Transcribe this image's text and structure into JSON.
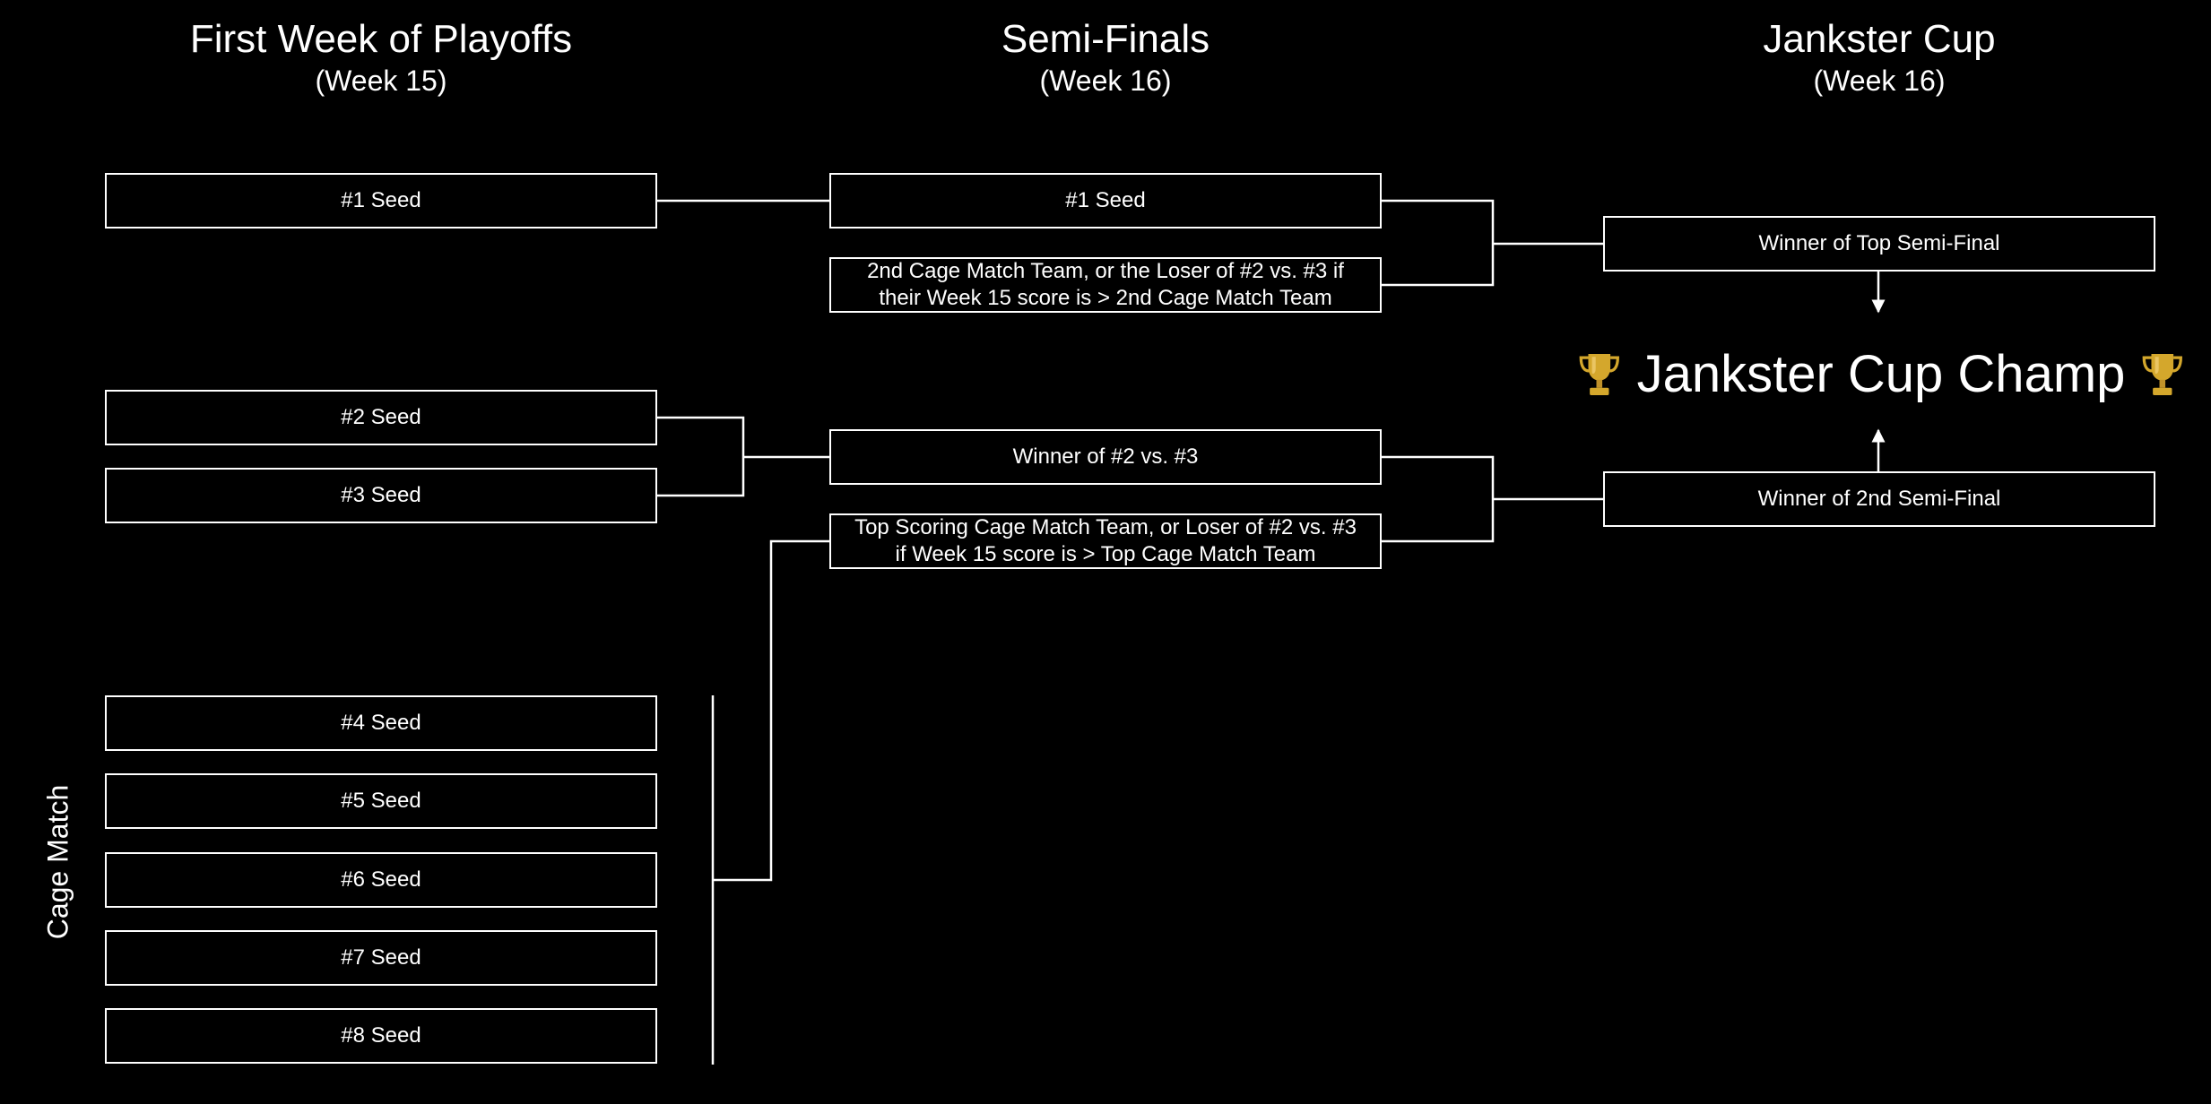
{
  "columns": [
    {
      "title": "First Week of Playoffs",
      "subtitle": "(Week 15)"
    },
    {
      "title": "Semi-Finals",
      "subtitle": "(Week 16)"
    },
    {
      "title": "Jankster Cup",
      "subtitle": "(Week 16)"
    }
  ],
  "round1": {
    "seed1": "#1 Seed",
    "seed2": "#2 Seed",
    "seed3": "#3 Seed",
    "cage_label": "Cage Match",
    "cage_seeds": [
      "#4 Seed",
      "#5 Seed",
      "#6 Seed",
      "#7 Seed",
      "#8 Seed"
    ]
  },
  "semis": {
    "s1": "#1 Seed",
    "s2": "2nd Cage Match Team, or the Loser of #2 vs. #3 if their Week 15 score is > 2nd Cage Match Team",
    "s3": "Winner of #2 vs. #3",
    "s4": "Top Scoring Cage Match Team, or Loser of #2 vs. #3 if Week 15 score is > Top Cage Match Team"
  },
  "finals": {
    "top": "Winner of Top Semi-Final",
    "bottom": "Winner of 2nd Semi-Final",
    "champ": "Jankster Cup Champ",
    "trophy_icon": "trophy-icon"
  },
  "colors": {
    "background": "#000000",
    "line": "#ffffff",
    "trophy": "#d4a72c"
  }
}
